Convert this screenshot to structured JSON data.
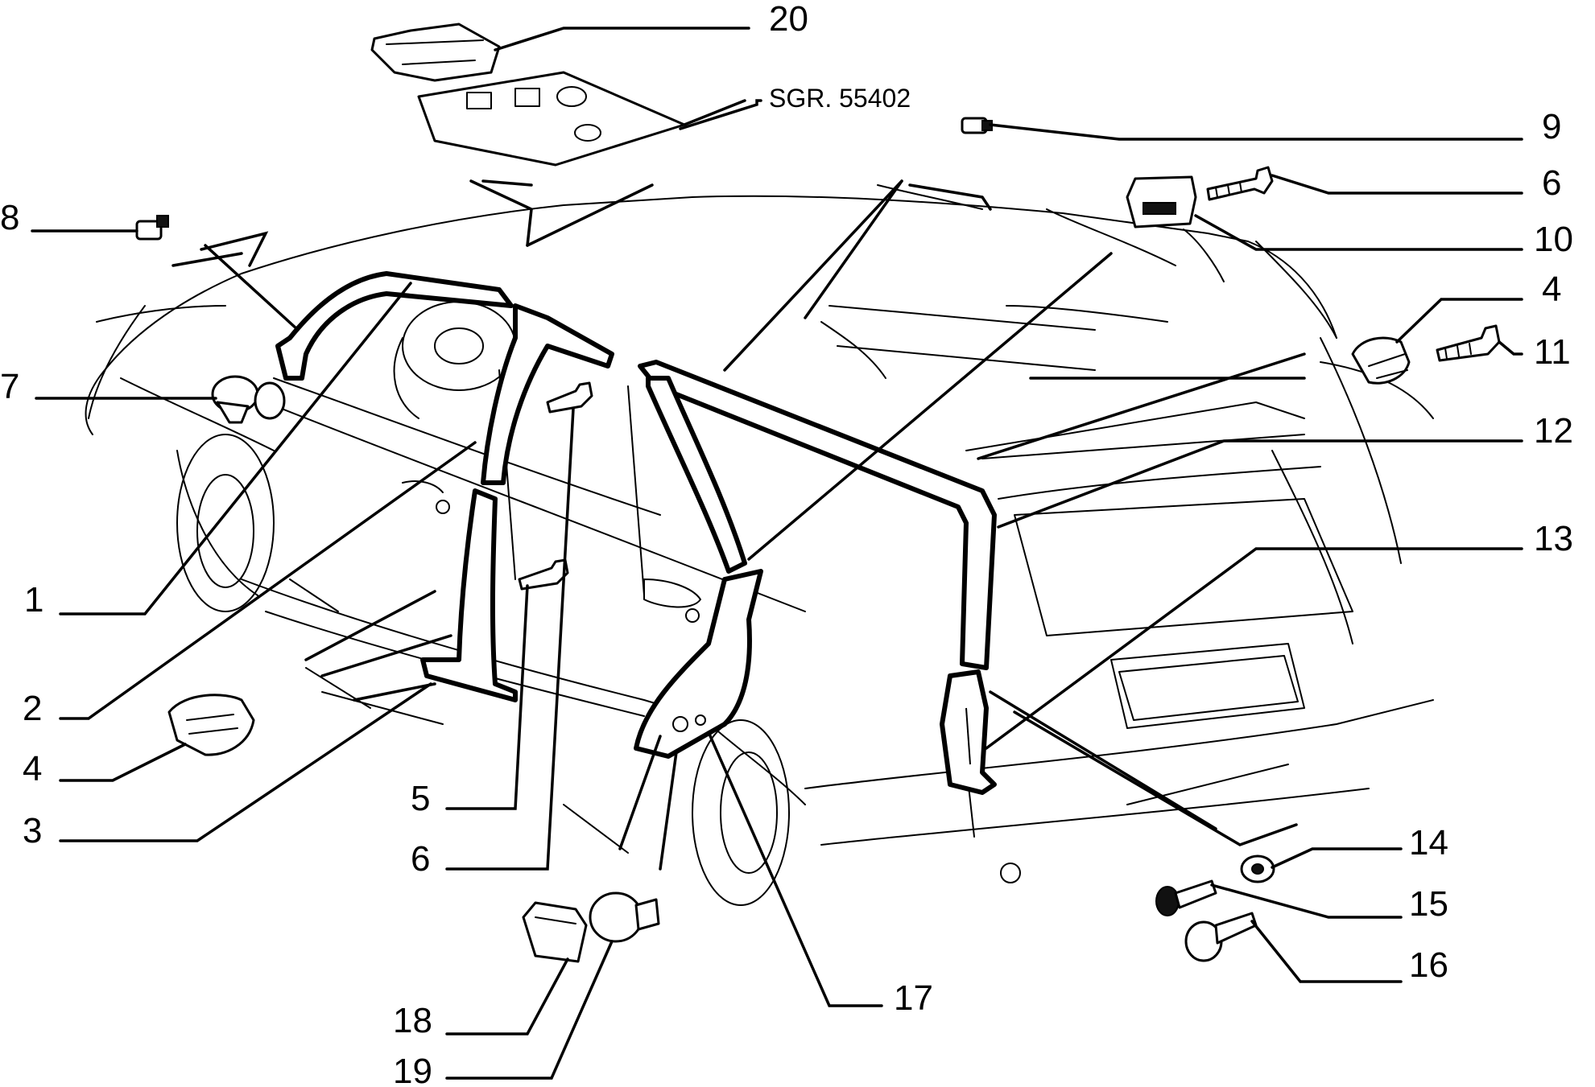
{
  "diagram": {
    "callouts": [
      {
        "id": "c20",
        "label": "20"
      },
      {
        "id": "csgr",
        "label": "SGR. 55402"
      },
      {
        "id": "c9",
        "label": "9"
      },
      {
        "id": "c6a",
        "label": "6"
      },
      {
        "id": "c10",
        "label": "10"
      },
      {
        "id": "c4a",
        "label": "4"
      },
      {
        "id": "c11",
        "label": "11"
      },
      {
        "id": "c12",
        "label": "12"
      },
      {
        "id": "c13",
        "label": "13"
      },
      {
        "id": "c14",
        "label": "14"
      },
      {
        "id": "c15",
        "label": "15"
      },
      {
        "id": "c16",
        "label": "16"
      },
      {
        "id": "c17",
        "label": "17"
      },
      {
        "id": "c8",
        "label": "8"
      },
      {
        "id": "c7",
        "label": "7"
      },
      {
        "id": "c1",
        "label": "1"
      },
      {
        "id": "c2",
        "label": "2"
      },
      {
        "id": "c4b",
        "label": "4"
      },
      {
        "id": "c3",
        "label": "3"
      },
      {
        "id": "c5",
        "label": "5"
      },
      {
        "id": "c6b",
        "label": "6"
      },
      {
        "id": "c18",
        "label": "18"
      },
      {
        "id": "c19",
        "label": "19"
      }
    ]
  }
}
